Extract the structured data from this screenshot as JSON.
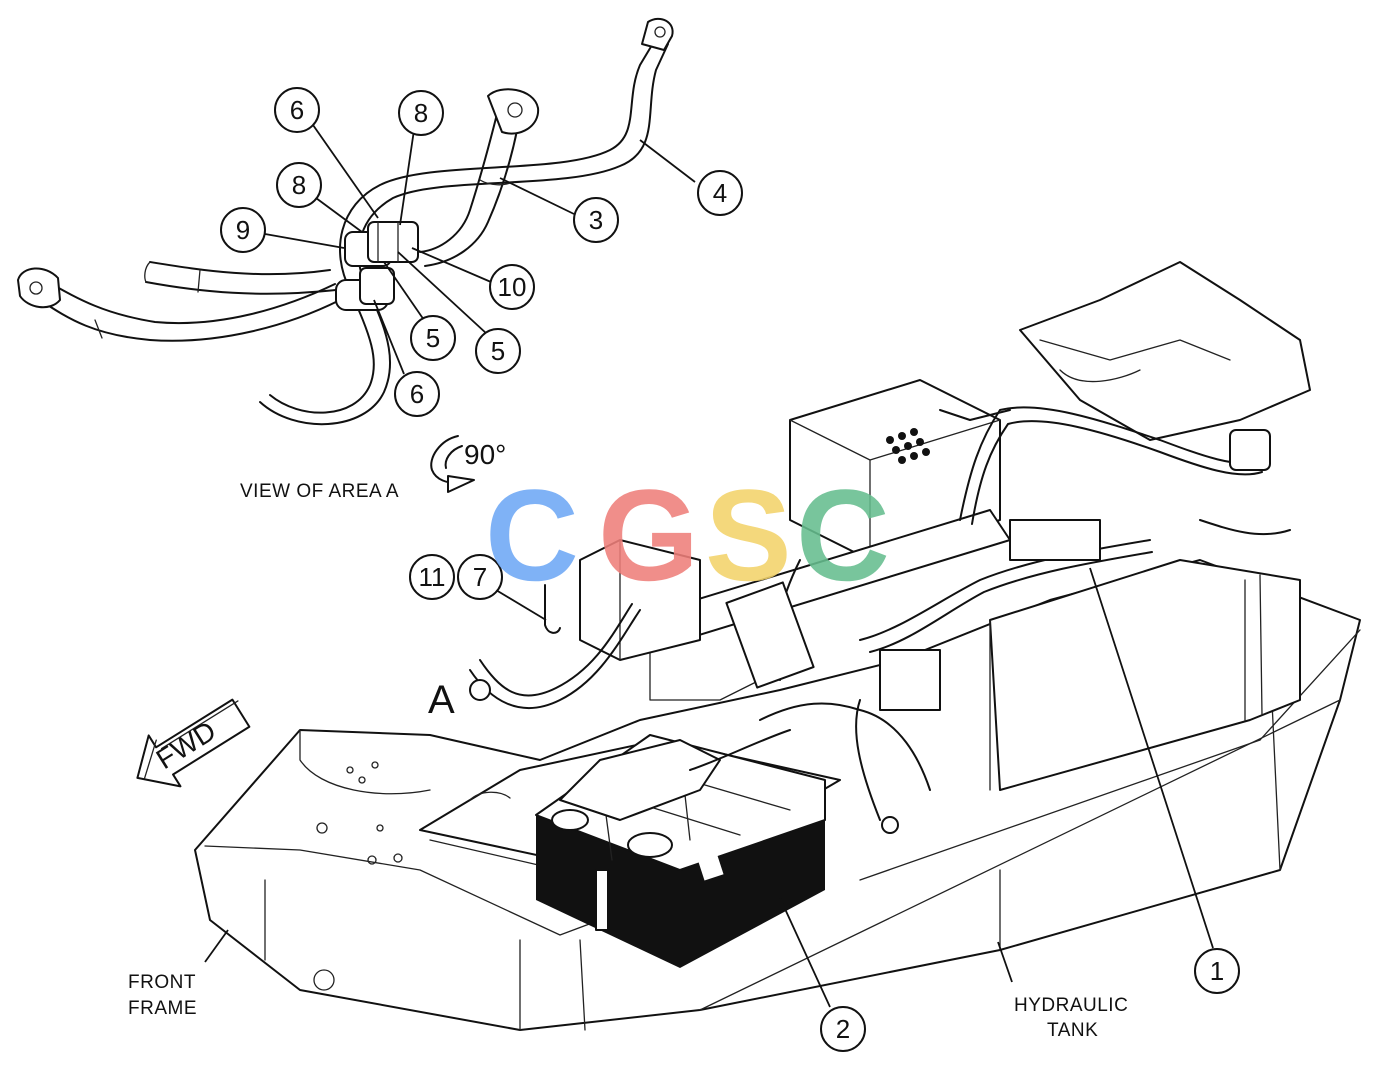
{
  "view_label": "VIEW OF AREA  A",
  "rotation_label": "90°",
  "area_marker": "A",
  "fwd_label": "FWD",
  "front_frame": [
    "FRONT",
    "FRAME"
  ],
  "hydraulic_tank": [
    "HYDRAULIC",
    "TANK"
  ],
  "callouts": [
    {
      "id": "c6a",
      "text": "6"
    },
    {
      "id": "c8a",
      "text": "8"
    },
    {
      "id": "c8b",
      "text": "8"
    },
    {
      "id": "c9",
      "text": "9"
    },
    {
      "id": "c4",
      "text": "4"
    },
    {
      "id": "c3",
      "text": "3"
    },
    {
      "id": "c10",
      "text": "10"
    },
    {
      "id": "c5a",
      "text": "5"
    },
    {
      "id": "c5b",
      "text": "5"
    },
    {
      "id": "c6b",
      "text": "6"
    },
    {
      "id": "c11",
      "text": "11"
    },
    {
      "id": "c7",
      "text": "7"
    },
    {
      "id": "c1",
      "text": "1"
    },
    {
      "id": "c2",
      "text": "2"
    }
  ],
  "watermark": {
    "letters": [
      "C",
      "G",
      "S",
      "C"
    ],
    "colors": [
      "#6ea8f5",
      "#ef7f7a",
      "#f3d36a",
      "#66be8f"
    ]
  }
}
